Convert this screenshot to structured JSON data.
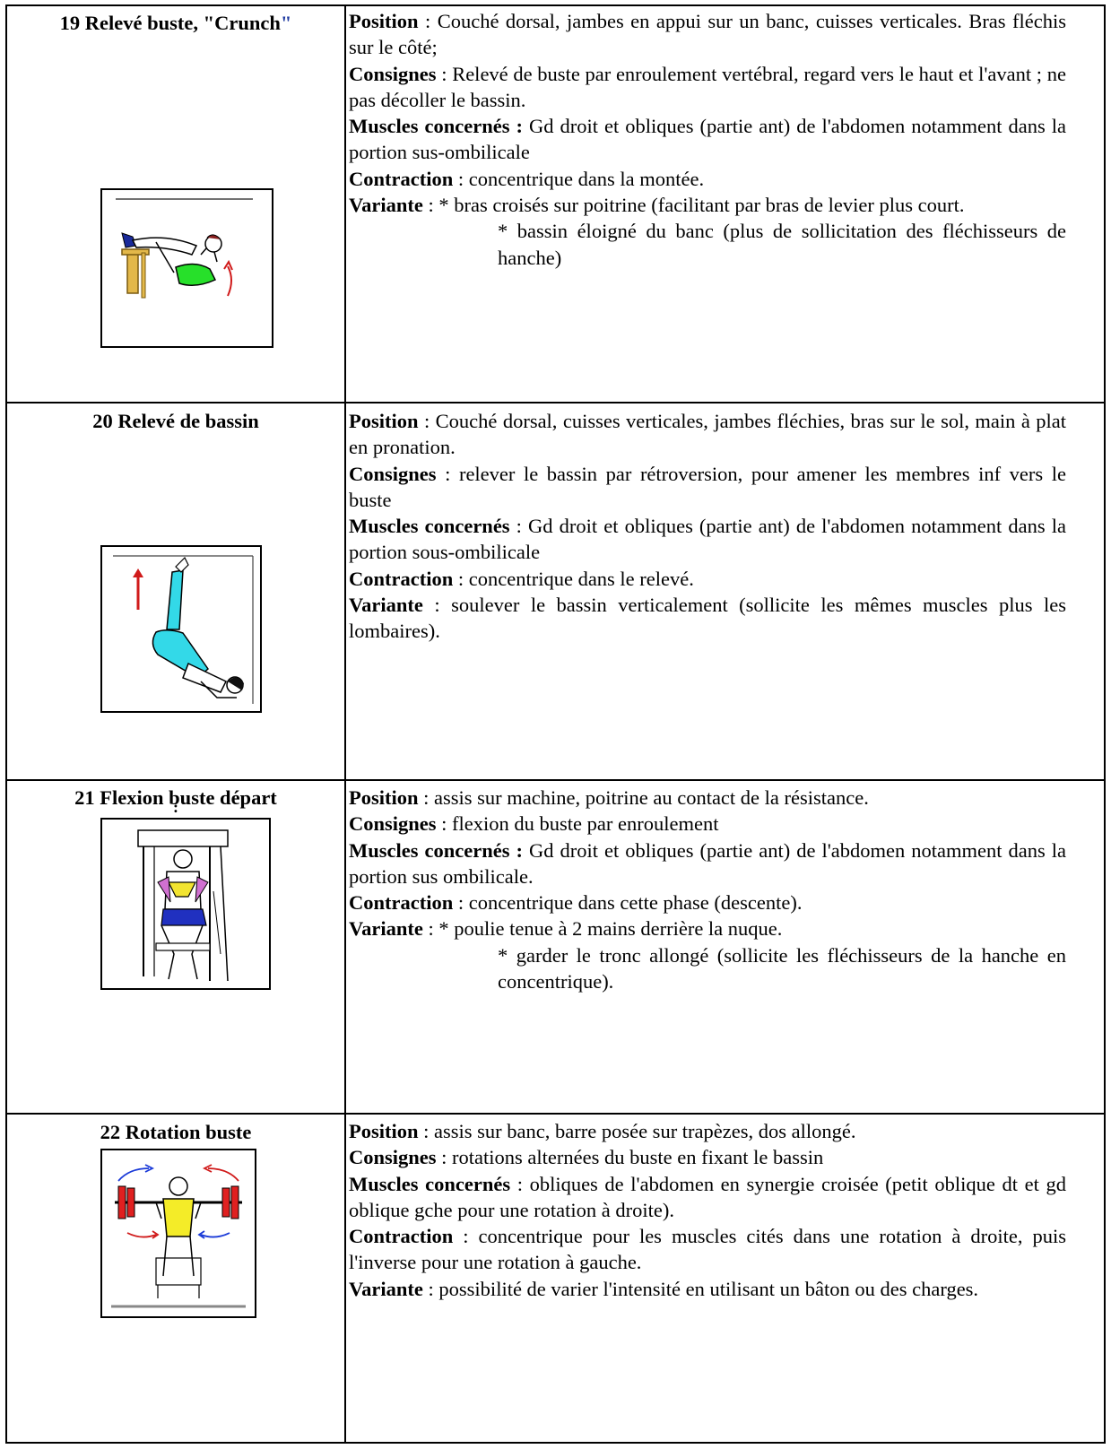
{
  "exercises": [
    {
      "title_main": "19 Relevé buste, \"Crunch",
      "title_quote": "\"",
      "figure_icon": "crunch-figure",
      "position_label": "Position",
      "position_text": " : Couché dorsal, jambes en appui sur un banc, cuisses verticales. Bras fléchis sur le côté;",
      "consignes_label": "Consignes",
      "consignes_text": " : Relevé de buste par enroulement vertébral, regard vers le haut et l'avant ; ne pas décoller le bassin.",
      "muscles_label": "Muscles concernés :",
      "muscles_text": " Gd droit et obliques (partie ant) de l'abdomen notamment dans la portion sus-ombilicale",
      "contraction_label": "Contraction",
      "contraction_text": " : concentrique dans la montée.",
      "variante_label": "Variante",
      "variante_text": " : * bras croisés sur poitrine (facilitant par bras de levier plus court.",
      "variante_text2": "* bassin éloigné du banc (plus de sollicitation des fléchisseurs de hanche)"
    },
    {
      "title_main": "20 Relevé de bassin",
      "figure_icon": "pelvis-lift-figure",
      "position_label": "Position",
      "position_text": " : Couché dorsal, cuisses verticales, jambes fléchies, bras sur le sol, main à plat en pronation.",
      "consignes_label": "Consignes",
      "consignes_text": " : relever le bassin par rétroversion, pour amener les membres inf vers le buste",
      "muscles_label": "Muscles concernés",
      "muscles_text": " : Gd droit et obliques (partie ant) de l'abdomen notamment dans la portion sous-ombilicale",
      "contraction_label": "Contraction",
      "contraction_text": " : concentrique dans le relevé.",
      "variante_label": "Variante",
      "variante_text": " : soulever le bassin verticalement (sollicite les mêmes muscles plus les lombaires)."
    },
    {
      "title_main": "21 Flexion buste départ",
      "title_sub": ":",
      "figure_icon": "machine-flexion-figure",
      "position_label": "Position",
      "position_text": " : assis sur machine, poitrine au contact  de la résistance.",
      "consignes_label": "Consignes",
      "consignes_text": " : flexion du buste par enroulement",
      "muscles_label": "Muscles concernés :",
      "muscles_text": " Gd droit et obliques (partie ant) de l'abdomen  notamment dans la portion sus ombilicale.",
      "contraction_label": "Contraction",
      "contraction_text": " : concentrique dans cette phase (descente).",
      "variante_label": "Variante",
      "variante_text": " : * poulie tenue à 2 mains derrière la nuque.",
      "variante_text2": "* garder le tronc allongé (sollicite les fléchisseurs de la hanche en concentrique)."
    },
    {
      "title_main": "22 Rotation buste",
      "figure_icon": "trunk-rotation-figure",
      "position_label": "Position",
      "position_text": " : assis sur banc, barre posée sur trapèzes, dos allongé.",
      "consignes_label": "Consignes",
      "consignes_text": " : rotations alternées du buste en fixant le bassin",
      "muscles_label": "Muscles concernés",
      "muscles_text": " : obliques de l'abdomen en synergie croisée (petit oblique dt et gd oblique gche pour une rotation à droite).",
      "contraction_label": "Contraction",
      "contraction_text": " : concentrique pour les muscles cités dans une rotation à droite, puis l'inverse pour une rotation à gauche.",
      "variante_label": "Variante",
      "variante_text": " : possibilité de varier l'intensité en utilisant un bâton ou des charges."
    }
  ]
}
